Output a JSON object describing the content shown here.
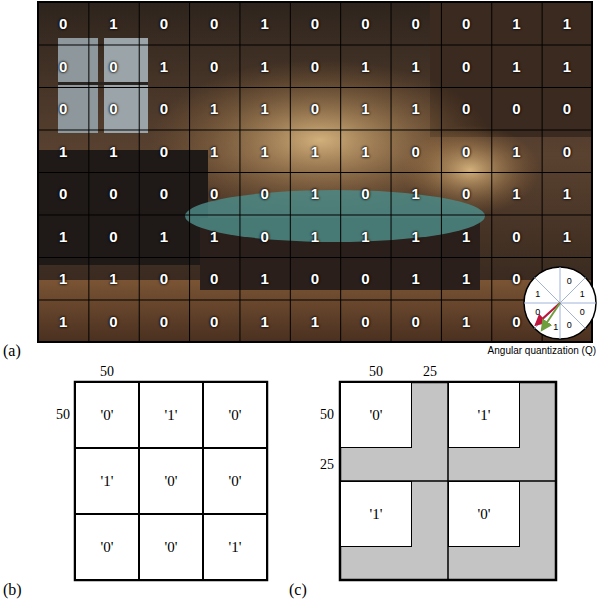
{
  "diagram": {
    "nodes": [
      {
        "text": [
          "'0'"
        ]
      },
      {
        "text": [
          "'1'"
        ]
      },
      {
        "text": [
          "'0'"
        ]
      },
      {
        "text": [
          "'1'"
        ]
      },
      {
        "text": [
          "'0'"
        ]
      },
      {
        "text": [
          "'0'"
        ]
      },
      {
        "text": [
          "'0'"
        ]
      },
      {
        "text": [
          "'0'"
        ]
      },
      {
        "text": [
          "'1'"
        ]
      },
      {
        "text": [
          "'0'"
        ]
      },
      {
        "text": [
          "'1'"
        ]
      },
      {
        "text": [
          "'1'"
        ]
      },
      {
        "text": [
          "'0'"
        ]
      }
    ],
    "labels": [
      "0",
      "1",
      "0",
      "0",
      "1",
      "0",
      "0",
      "0",
      "0",
      "1",
      "1",
      "0",
      "0",
      "1",
      "0",
      "1",
      "0",
      "1",
      "1",
      "0",
      "1",
      "1",
      "0",
      "0",
      "0",
      "1",
      "1",
      "0",
      "1",
      "1",
      "0",
      "0",
      "0",
      "1",
      "1",
      "0",
      "1",
      "1",
      "1",
      "1",
      "0",
      "0",
      "1",
      "0",
      "0",
      "0",
      "0",
      "0",
      "0",
      "1",
      "0",
      "1",
      "0",
      "1",
      "1",
      "1",
      "0",
      "1",
      "1",
      "0",
      "1",
      "1",
      "1",
      "1",
      "0",
      "1",
      "1",
      "1",
      "0",
      "0",
      "1",
      "0",
      "0",
      "1",
      "1",
      "0",
      "1",
      "0",
      "0",
      "0",
      "1",
      "1",
      "0",
      "0",
      "1",
      "0",
      "0",
      "1",
      "1",
      "0",
      "0",
      "1",
      "0",
      "Angular quantization (Q)",
      "(a)",
      "50",
      "50",
      "(b)",
      "50",
      "25",
      "50",
      "25",
      "(c)"
    ]
  }
}
